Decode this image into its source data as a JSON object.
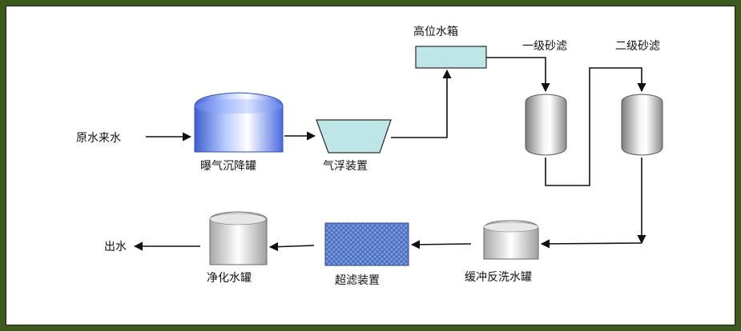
{
  "labels": {
    "raw_water_inlet": "原水来水",
    "aeration_settling_tank": "曝气沉降罐",
    "air_flotation_device": "气浮装置",
    "elevated_water_tank": "高位水箱",
    "primary_sand_filter": "一级砂滤",
    "secondary_sand_filter": "二级砂滤",
    "buffer_backwash_tank": "缓冲反洗水罐",
    "ultrafiltration_device": "超滤装置",
    "purified_water_tank": "净化水罐",
    "water_outlet": "出水"
  },
  "colors": {
    "frame_border": "#3d5a1e",
    "line": "#111111",
    "water_tank_fill": "#bfe6e6",
    "flotation_fill": "#bfe6e6",
    "aeration_tank_blue": "#5b7fe0",
    "ultrafiltration_blue": "#3f63b8",
    "vessel_gray": "#9a9a9a"
  }
}
